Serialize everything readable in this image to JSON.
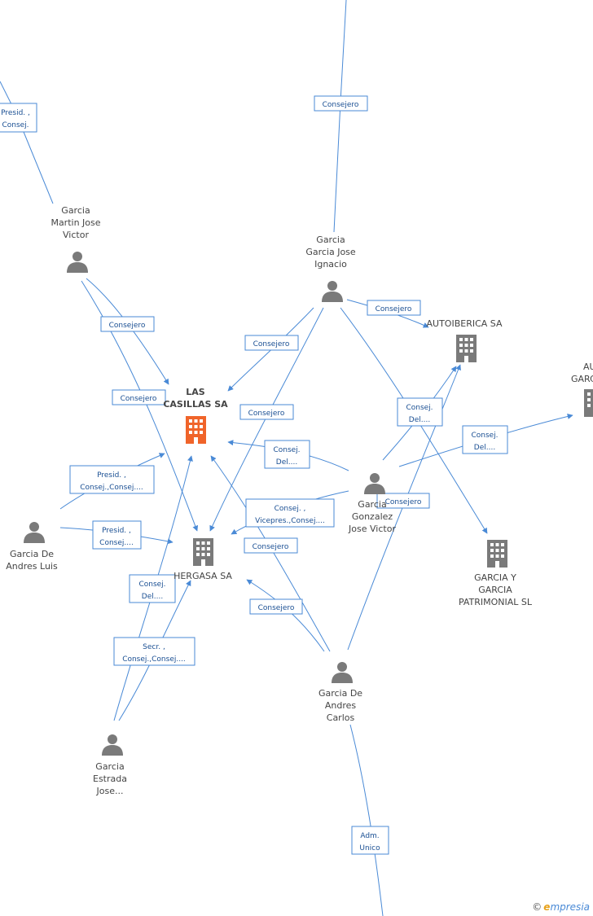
{
  "colors": {
    "edge": "#4a8ad6",
    "label_text": "#1a4f93",
    "node_icon": "#7a7a7a",
    "highlight": "#f0642a"
  },
  "nodes": [
    {
      "id": "martin",
      "type": "person",
      "label": [
        "Garcia",
        "Martin Jose",
        "Victor"
      ]
    },
    {
      "id": "ignacio",
      "type": "person",
      "label": [
        "Garcia",
        "Garcia Jose",
        "Ignacio"
      ]
    },
    {
      "id": "casillas",
      "type": "company",
      "highlight": true,
      "label": [
        "LAS",
        "CASILLAS SA"
      ]
    },
    {
      "id": "autoiberica",
      "type": "company",
      "label": [
        "AUTOIBERICA SA"
      ]
    },
    {
      "id": "augarc",
      "type": "company",
      "label": [
        "AU",
        "GARC"
      ]
    },
    {
      "id": "gonzalez",
      "type": "person",
      "label": [
        "Garcia",
        "Gonzalez",
        "Jose Victor"
      ]
    },
    {
      "id": "luis",
      "type": "person",
      "label": [
        "Garcia De",
        "Andres Luis"
      ]
    },
    {
      "id": "hergasa",
      "type": "company",
      "label": [
        "HERGASA SA"
      ]
    },
    {
      "id": "patrimonial",
      "type": "company",
      "label": [
        "GARCIA Y",
        "GARCIA",
        "PATRIMONIAL SL"
      ]
    },
    {
      "id": "carlos",
      "type": "person",
      "label": [
        "Garcia De",
        "Andres",
        "Carlos"
      ]
    },
    {
      "id": "estrada",
      "type": "person",
      "label": [
        "Garcia",
        "Estrada",
        "Jose..."
      ]
    }
  ],
  "edge_labels": [
    {
      "id": "l1",
      "text": [
        "Presid. ,",
        "Consej."
      ]
    },
    {
      "id": "l2",
      "text": [
        "Consejero"
      ]
    },
    {
      "id": "l3",
      "text": [
        "Consejero"
      ]
    },
    {
      "id": "l4",
      "text": [
        "Consejero"
      ]
    },
    {
      "id": "l5",
      "text": [
        "Consejero"
      ]
    },
    {
      "id": "l6",
      "text": [
        "Consejero"
      ]
    },
    {
      "id": "l7",
      "text": [
        "Consejero"
      ]
    },
    {
      "id": "l8",
      "text": [
        "Consej.",
        "Del...."
      ]
    },
    {
      "id": "l9",
      "text": [
        "Consej.",
        "Del...."
      ]
    },
    {
      "id": "l10",
      "text": [
        "Consej.",
        "Del...."
      ]
    },
    {
      "id": "l11",
      "text": [
        "Presid. ,",
        "Consej.,Consej...."
      ]
    },
    {
      "id": "l12",
      "text": [
        "Consej. ,",
        "Vicepres.,Consej...."
      ]
    },
    {
      "id": "l13",
      "text": [
        "Consejero"
      ]
    },
    {
      "id": "l14",
      "text": [
        "Presid. ,",
        "Consej...."
      ]
    },
    {
      "id": "l15",
      "text": [
        "Consejero"
      ]
    },
    {
      "id": "l16",
      "text": [
        "Consej.",
        "Del...."
      ]
    },
    {
      "id": "l17",
      "text": [
        "Consejero"
      ]
    },
    {
      "id": "l18",
      "text": [
        "Secr. ,",
        "Consej.,Consej...."
      ]
    },
    {
      "id": "l19",
      "text": [
        "Adm.",
        "Unico"
      ]
    }
  ],
  "watermark": {
    "copyright": "©",
    "brand_initial": "e",
    "brand_rest": "mpresia"
  }
}
